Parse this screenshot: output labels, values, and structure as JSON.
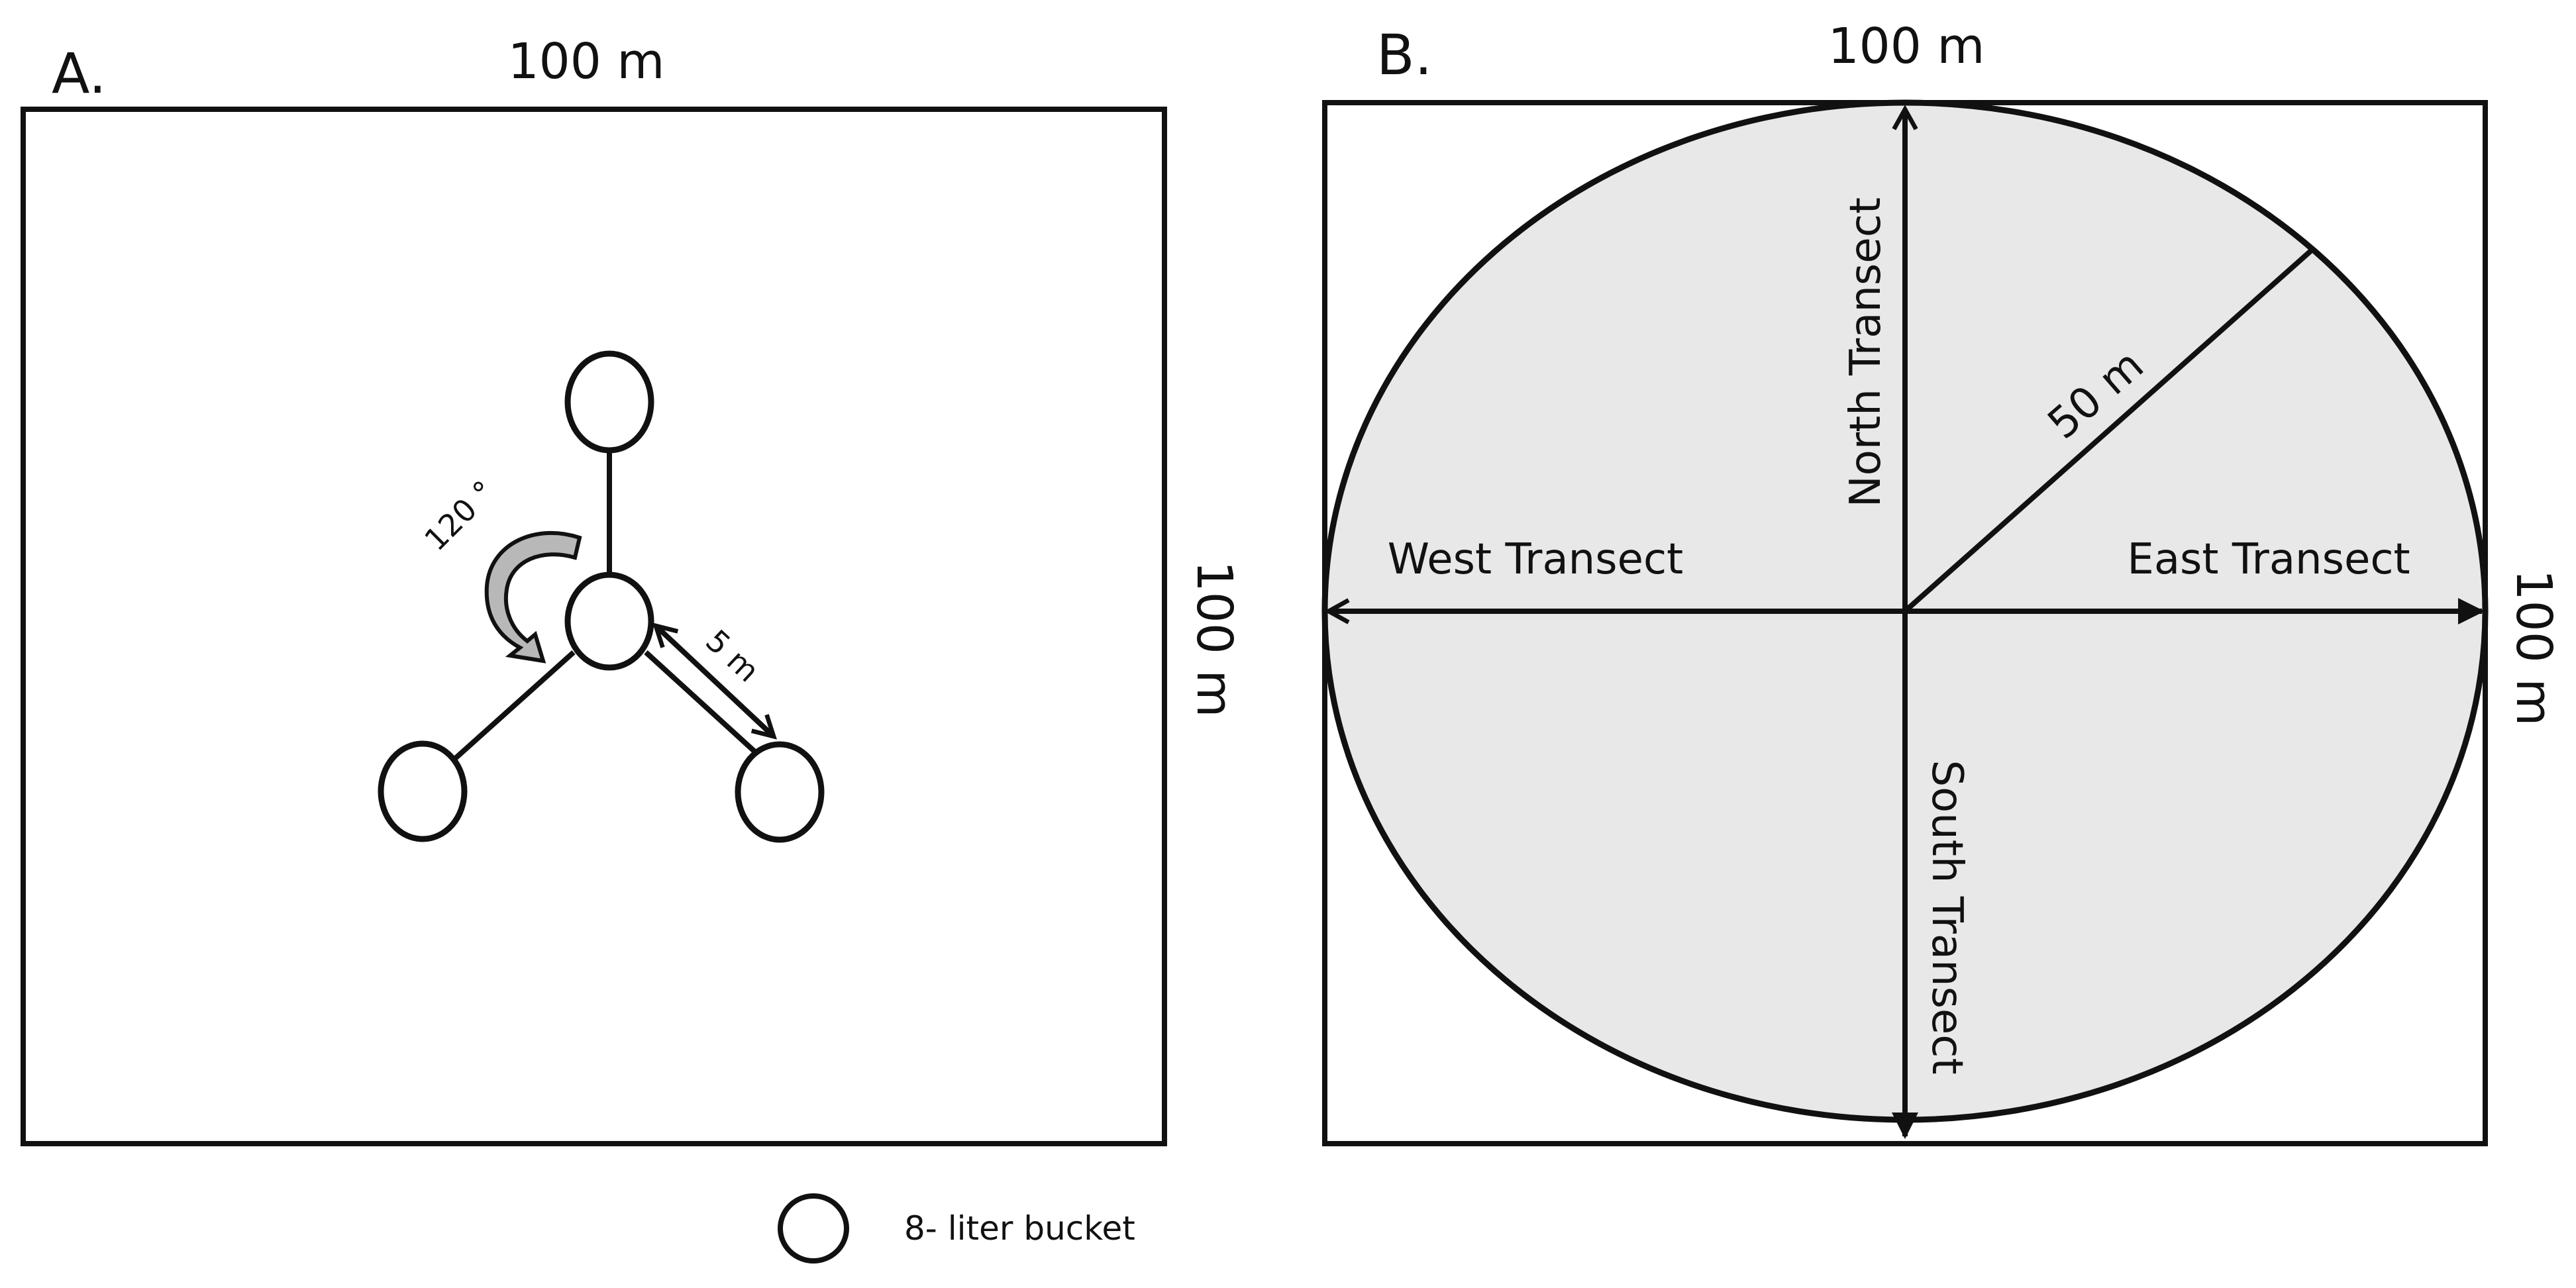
{
  "panel_a": {
    "label": "A.",
    "top_dimension": "100 m",
    "side_dimension": "100 m",
    "angle_label": "120 °",
    "spacing_label": "5 m"
  },
  "panel_b": {
    "label": "B.",
    "top_dimension": "100 m",
    "side_dimension": "100 m",
    "radius_label": "50 m",
    "north_label": "North Transect",
    "south_label": "South Transect",
    "east_label": "East Transect",
    "west_label": "West Transect"
  },
  "legend": {
    "bucket_label": "8- liter bucket"
  },
  "colors": {
    "circle_fill": "#e8e8e8",
    "line": "#111111",
    "arrow_fill": "#b8b8b8"
  }
}
